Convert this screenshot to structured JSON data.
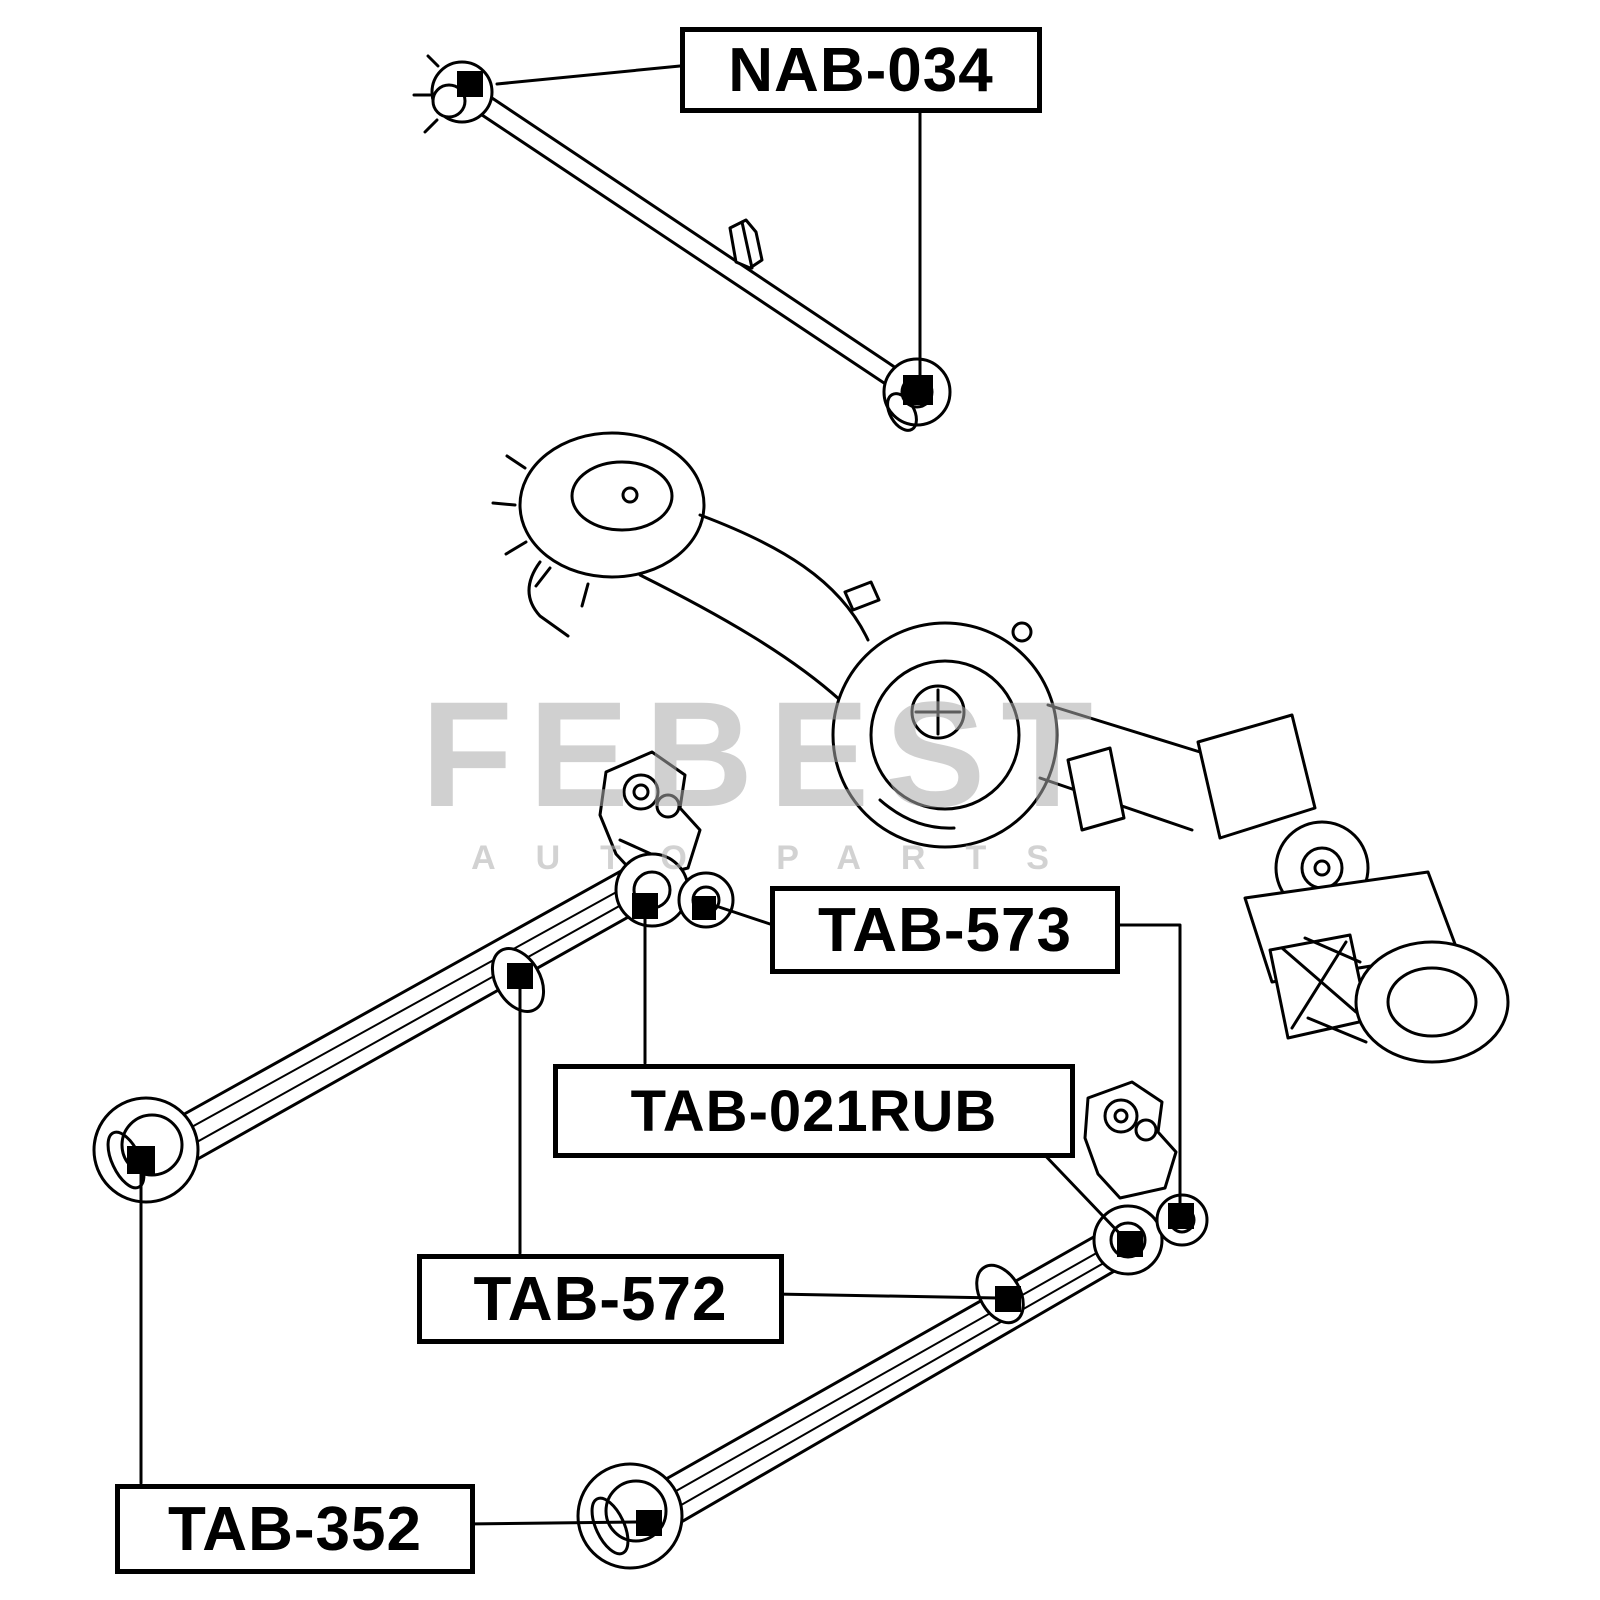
{
  "watermark": {
    "brand": "FEBEST",
    "subtitle": "AUTO PARTS"
  },
  "callouts": [
    {
      "part_number": "NAB-034"
    },
    {
      "part_number": "TAB-573"
    },
    {
      "part_number": "TAB-021RUB"
    },
    {
      "part_number": "TAB-572"
    },
    {
      "part_number": "TAB-352"
    }
  ],
  "colors": {
    "line": "#000000",
    "background": "#ffffff",
    "watermark": "#aaaaaa"
  }
}
